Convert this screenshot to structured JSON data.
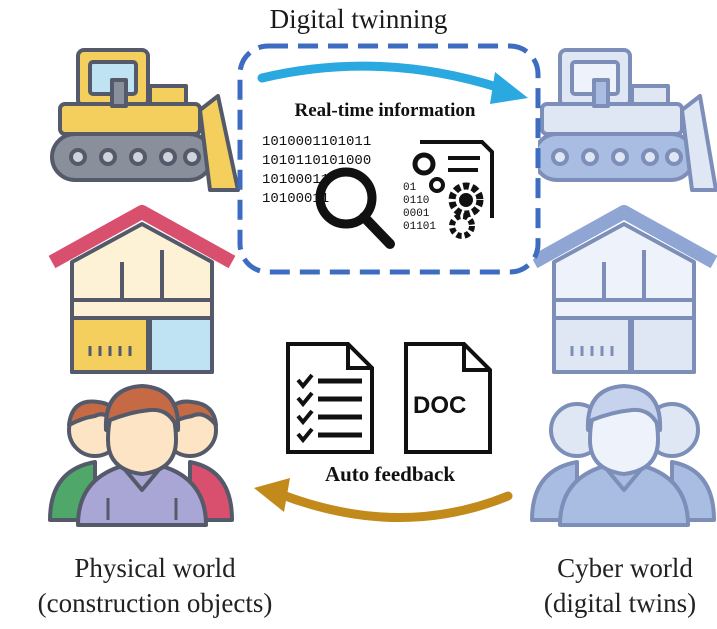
{
  "title": "Digital twinning",
  "center_top": {
    "label": "Real-time information",
    "binary_lines": [
      "1010001101011",
      "1010110101000",
      "10100011",
      "10100011"
    ],
    "small_binary_lines": [
      "01",
      "0110",
      "0001",
      "01101"
    ]
  },
  "center_bottom": {
    "label": "Auto feedback",
    "doc_label": "DOC"
  },
  "physical": {
    "line1": "Physical world",
    "line2": "(construction objects)"
  },
  "cyber": {
    "line1": "Cyber world",
    "line2": "(digital twins)"
  },
  "icons": {
    "left": [
      "bulldozer-icon",
      "house-icon",
      "workers-icon"
    ],
    "right": [
      "bulldozer-twin-icon",
      "house-twin-icon",
      "workers-twin-icon"
    ],
    "center": [
      "magnifier-icon",
      "gears-document-icon",
      "checklist-icon",
      "doc-file-icon"
    ]
  },
  "colors": {
    "dashed_box": "#3d6cc0",
    "top_arrow": "#2aa8e0",
    "bottom_arrow": "#c28a1a",
    "phys_yellow": "#f4cf5e",
    "phys_cream": "#fdf1d6",
    "phys_roof": "#d94f6e",
    "phys_person_purple": "#a9a6d6",
    "phys_person_face": "#fde4c4",
    "phys_person_hair": "#c56a45",
    "twin_light": "#dfe7f5",
    "twin_mid": "#a9bde2",
    "twin_dark": "#7d8fb8",
    "outline": "#555a6a"
  }
}
